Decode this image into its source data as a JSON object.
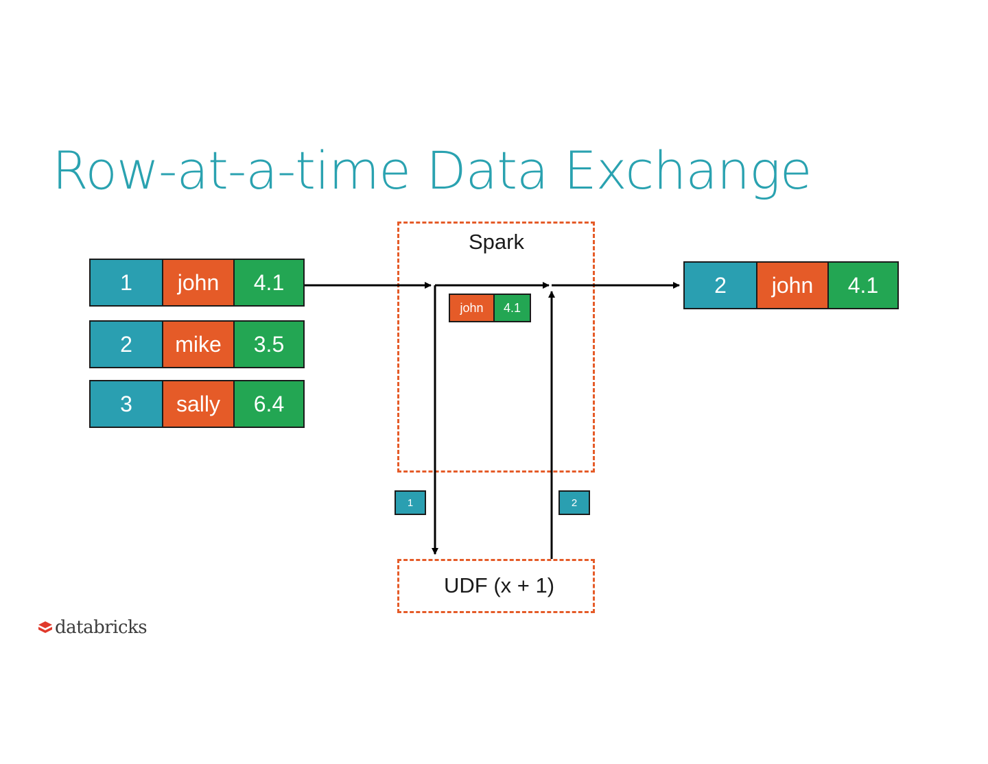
{
  "title": "Row-at-a-time Data Exchange",
  "input_rows": [
    {
      "id": "1",
      "name": "john",
      "value": "4.1"
    },
    {
      "id": "2",
      "name": "mike",
      "value": "3.5"
    },
    {
      "id": "3",
      "name": "sally",
      "value": "6.4"
    }
  ],
  "spark_box": {
    "label": "Spark",
    "row_in_flight": {
      "name": "john",
      "value": "4.1"
    }
  },
  "udf_box": {
    "label": "UDF (x + 1)"
  },
  "tags": {
    "to_udf": "1",
    "from_udf": "2"
  },
  "output_row": {
    "id": "2",
    "name": "john",
    "value": "4.1"
  },
  "logo": {
    "text": "databricks"
  },
  "colors": {
    "title": "#2aa2b0",
    "id_cell": "#2a9fb1",
    "name_cell": "#e55b28",
    "value_cell": "#23a653",
    "dashed_border": "#e55b28",
    "logo_mark": "#e0392b"
  }
}
